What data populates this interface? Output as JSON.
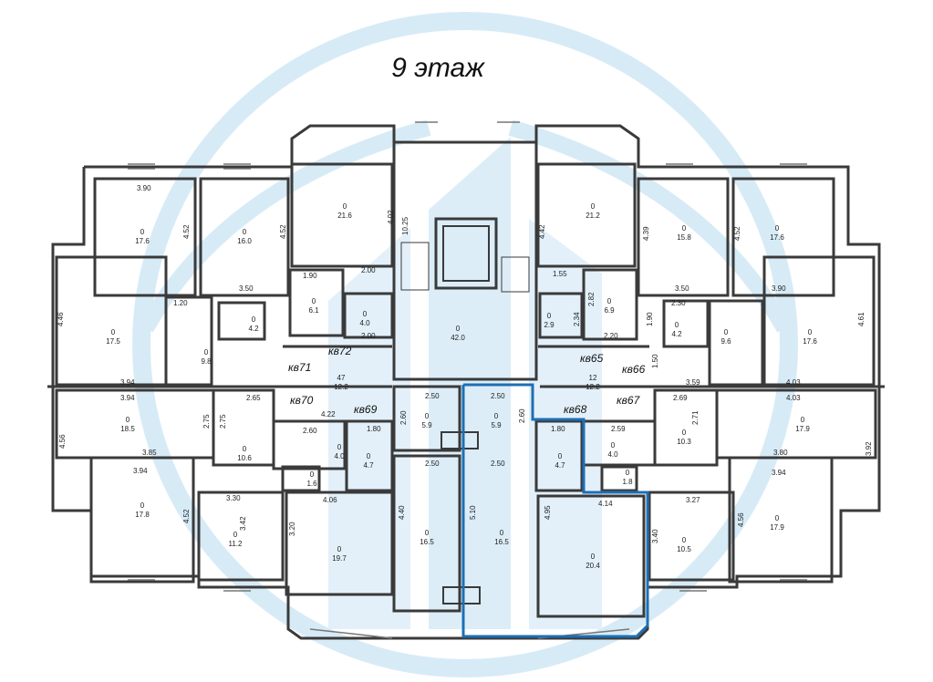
{
  "title": "9 этаж",
  "colors": {
    "wall": "#3a3a3a",
    "highlight": "#1e6fb5",
    "watermark": "#cfe6f5",
    "window": "#777777"
  },
  "apartments": [
    {
      "id": "kv72",
      "label": "кв72"
    },
    {
      "id": "kv71",
      "label": "кв71"
    },
    {
      "id": "kv70",
      "label": "кв70"
    },
    {
      "id": "kv69",
      "label": "кв69"
    },
    {
      "id": "kv65",
      "label": "кв65"
    },
    {
      "id": "kv66",
      "label": "кв66"
    },
    {
      "id": "kv68",
      "label": "кв68"
    },
    {
      "id": "kv67",
      "label": "кв67"
    }
  ],
  "rooms": [
    {
      "id": "r1",
      "num": "0",
      "area": "17.6"
    },
    {
      "id": "r2",
      "num": "0",
      "area": "16.0"
    },
    {
      "id": "r3",
      "num": "0",
      "area": "21.6"
    },
    {
      "id": "r4",
      "num": "0",
      "area": "21.2"
    },
    {
      "id": "r5",
      "num": "0",
      "area": "15.8"
    },
    {
      "id": "r6",
      "num": "0",
      "area": "17.6"
    },
    {
      "id": "r7",
      "num": "0",
      "area": "17.5"
    },
    {
      "id": "r8",
      "num": "0",
      "area": "4.2"
    },
    {
      "id": "r9",
      "num": "0",
      "area": "9.8"
    },
    {
      "id": "r10",
      "num": "0",
      "area": "6.1"
    },
    {
      "id": "r11",
      "num": "0",
      "area": "4.0"
    },
    {
      "id": "r12",
      "num": "0",
      "area": "42.0"
    },
    {
      "id": "r13",
      "num": "0",
      "area": "2.9"
    },
    {
      "id": "r14",
      "num": "0",
      "area": "6.9"
    },
    {
      "id": "r15",
      "num": "0",
      "area": "4.2"
    },
    {
      "id": "r16",
      "num": "0",
      "area": "9.6"
    },
    {
      "id": "r17",
      "num": "0",
      "area": "17.6"
    },
    {
      "id": "r18",
      "num": "47",
      "area": "12.2"
    },
    {
      "id": "r19",
      "num": "12",
      "area": "12.2"
    },
    {
      "id": "r20",
      "num": "0",
      "area": "18.5"
    },
    {
      "id": "r21",
      "num": "0",
      "area": "10.6"
    },
    {
      "id": "r22",
      "num": "0",
      "area": "4.0"
    },
    {
      "id": "r23",
      "num": "0",
      "area": "1.6"
    },
    {
      "id": "r24",
      "num": "0",
      "area": "4.7"
    },
    {
      "id": "r25",
      "num": "0",
      "area": "5.9"
    },
    {
      "id": "r26",
      "num": "0",
      "area": "5.9"
    },
    {
      "id": "r27",
      "num": "0",
      "area": "4.7"
    },
    {
      "id": "r28",
      "num": "0",
      "area": "4.0"
    },
    {
      "id": "r29",
      "num": "0",
      "area": "1.8"
    },
    {
      "id": "r30",
      "num": "0",
      "area": "10.3"
    },
    {
      "id": "r31",
      "num": "0",
      "area": "17.9"
    },
    {
      "id": "r32",
      "num": "0",
      "area": "17.8"
    },
    {
      "id": "r33",
      "num": "0",
      "area": "11.2"
    },
    {
      "id": "r34",
      "num": "0",
      "area": "19.7"
    },
    {
      "id": "r35",
      "num": "0",
      "area": "16.5"
    },
    {
      "id": "r36",
      "num": "0",
      "area": "16.5"
    },
    {
      "id": "r37",
      "num": "0",
      "area": "20.4"
    },
    {
      "id": "r38",
      "num": "0",
      "area": "10.5"
    },
    {
      "id": "r39",
      "num": "0",
      "area": "17.9"
    }
  ],
  "dimensions": {
    "h": [
      "3.90",
      "3.50",
      "3.50",
      "3.90",
      "1.90",
      "2.00",
      "1.55",
      "1.20",
      "2.00",
      "2.30",
      "2.20",
      "3.94",
      "3.59",
      "4.03",
      "3.94",
      "2.65",
      "4.22",
      "1.80",
      "2.50",
      "2.50",
      "1.80",
      "2.59",
      "2.69",
      "4.03",
      "2.60",
      "3.85",
      "3.80",
      "2.50",
      "2.50",
      "3.94",
      "3.30",
      "4.06",
      "4.14",
      "3.27",
      "3.94"
    ],
    "v": [
      "4.52",
      "4.52",
      "4.02",
      "10.25",
      "4.42",
      "4.39",
      "4.52",
      "4.46",
      "4.61",
      "2.82",
      "2.34",
      "1.90",
      "1.50",
      "2.75",
      "2.75",
      "2.60",
      "2.60",
      "2.71",
      "4.56",
      "3.92",
      "4.52",
      "3.42",
      "3.20",
      "4.40",
      "5.10",
      "4.95",
      "3.40",
      "4.56"
    ]
  }
}
